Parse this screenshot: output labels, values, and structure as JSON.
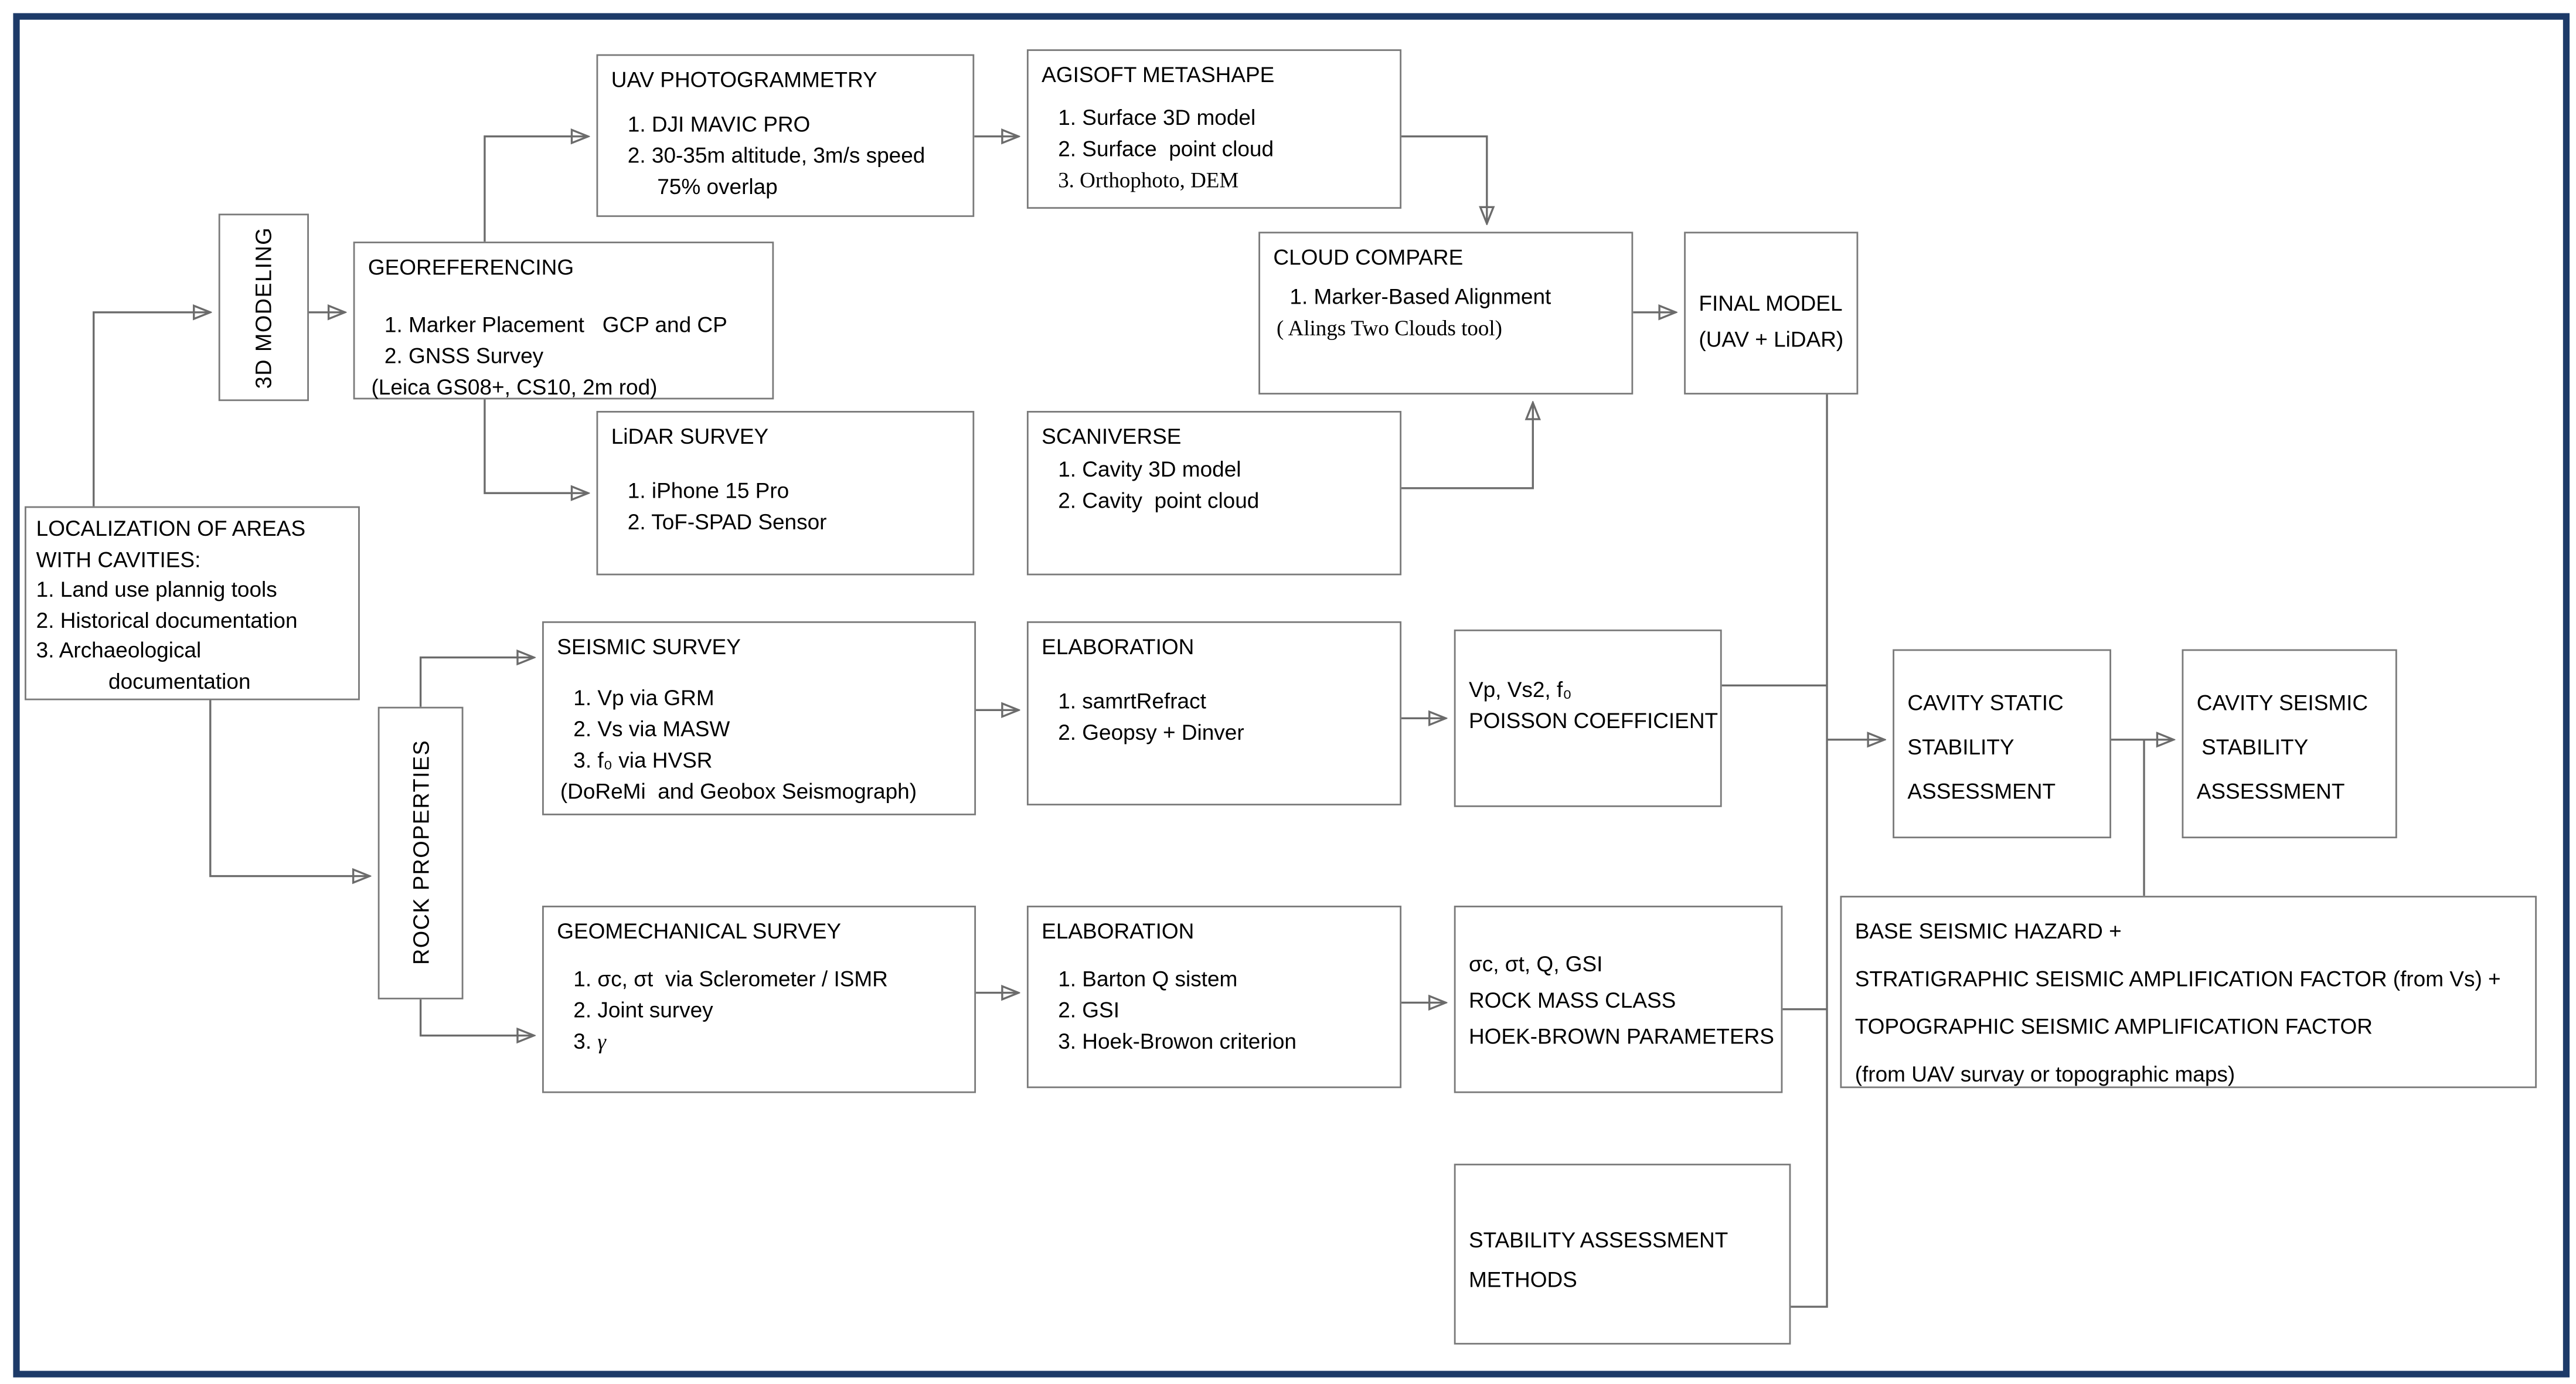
{
  "colors": {
    "frame": "#1d3a68",
    "box_border": "#7a7a7a",
    "connector": "#6b6b6b",
    "text": "#000000",
    "background": "#ffffff"
  },
  "nodes": {
    "modeling_3d": {
      "label": "3D MODELING"
    },
    "georeferencing": {
      "title": "GEOREFERENCING",
      "item1": "1. Marker Placement   GCP and CP",
      "item2": "2. GNSS Survey",
      "note": "(Leica GS08+, CS10, 2m rod)"
    },
    "uav": {
      "title": "UAV PHOTOGRAMMETRY",
      "item1": "1. DJI MAVIC PRO",
      "item2": "2. 30-35m altitude, 3m/s speed",
      "item2b": "75% overlap"
    },
    "agisoft": {
      "title": "AGISOFT METASHAPE",
      "item1": "1. Surface 3D model",
      "item2": "2. Surface  point cloud",
      "item3": "3. Orthophoto, DEM"
    },
    "cloud_compare": {
      "title": "CLOUD COMPARE",
      "item1": "1. Marker-Based Alignment",
      "note": "( Alings Two Clouds tool)"
    },
    "final_model": {
      "line1": "FINAL MODEL",
      "line2": "(UAV + LiDAR)"
    },
    "lidar": {
      "title": "LiDAR SURVEY",
      "item1": "1. iPhone 15 Pro",
      "item2": "2. ToF-SPAD Sensor"
    },
    "scaniverse": {
      "title": "SCANIVERSE",
      "item1": "1. Cavity 3D model",
      "item2": "2. Cavity  point cloud"
    },
    "localization": {
      "line1": "LOCALIZATION OF AREAS",
      "line2": "WITH CAVITIES:",
      "item1": "1. Land use plannig tools",
      "item2": "2. Historical documentation",
      "item3": "3. Archaeological",
      "item3b": "documentation"
    },
    "rock_properties": {
      "label": "ROCK PROPERTIES"
    },
    "seismic": {
      "title": "SEISMIC SURVEY",
      "item1": "1. Vp via GRM",
      "item2": "2. Vs via MASW",
      "item3": "3. f₀ via HVSR",
      "note": "(DoReMi  and Geobox Seismograph)"
    },
    "elaboration_seismic": {
      "title": "ELABORATION",
      "item1": "1. samrtRefract",
      "item2": "2. Geopsy + Dinver"
    },
    "poisson": {
      "line1": "Vp, Vs2, f₀",
      "line2": "POISSON COEFFICIENT"
    },
    "cavity_static": {
      "line1": "CAVITY STATIC",
      "line2": "STABILITY",
      "line3": "ASSESSMENT"
    },
    "cavity_seismic": {
      "line1": "CAVITY SEISMIC",
      "line2": "STABILITY",
      "line3": "ASSESSMENT"
    },
    "geomechanical": {
      "title": "GEOMECHANICAL SURVEY",
      "item1": "1. σc, σt  via Sclerometer / ISMR",
      "item2": "2. Joint survey",
      "item3_prefix": "3. ",
      "item3_gamma": "γ"
    },
    "elaboration_geomech": {
      "title": "ELABORATION",
      "item1": "1. Barton Q sistem",
      "item2": "2. GSI",
      "item3": "3. Hoek-Browon criterion"
    },
    "rock_mass": {
      "line1": "σc, σt, Q, GSI",
      "line2": "ROCK MASS CLASS",
      "line3": "HOEK-BROWN PARAMETERS"
    },
    "base_hazard": {
      "line1": "BASE SEISMIC HAZARD +",
      "line2": "STRATIGRAPHIC SEISMIC AMPLIFICATION FACTOR (from Vs) +",
      "line3": "TOPOGRAPHIC SEISMIC AMPLIFICATION FACTOR",
      "line4": "(from UAV survay or topographic maps)"
    },
    "stability_methods": {
      "line1": "STABILITY ASSESSMENT",
      "line2": "METHODS"
    }
  }
}
